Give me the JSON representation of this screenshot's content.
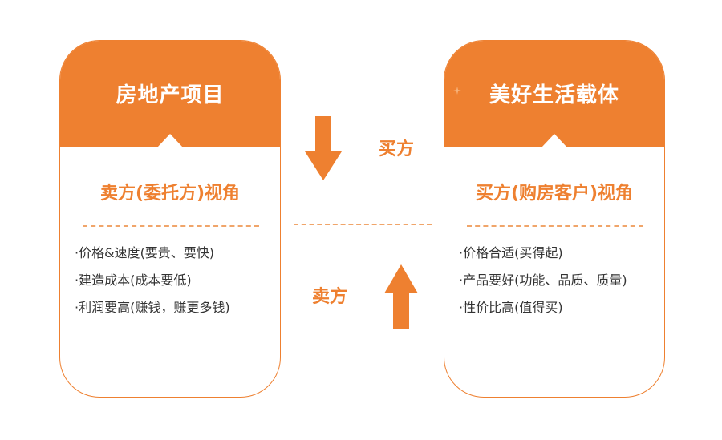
{
  "left_card": {
    "title": "房地产项目",
    "subtitle": "卖方(委托方)视角",
    "bullets": [
      "·价格&速度(要贵、要快)",
      "·建造成本(成本要低)",
      "·利润要高(赚钱，赚更多钱)"
    ]
  },
  "right_card": {
    "title": "美好生活载体",
    "subtitle": "买方(购房客户)视角",
    "bullets": [
      "·价格合适(买得起)",
      "·产品要好(功能、品质、质量)",
      "·性价比高(值得买)"
    ]
  },
  "center": {
    "top_label": "买方",
    "bottom_label": "卖方"
  },
  "colors": {
    "accent": "#ee8030",
    "dash": "#f0a56a",
    "text": "#333333"
  },
  "icons": {
    "down_arrow": "arrow-down-icon",
    "up_arrow": "arrow-up-icon",
    "sparkle": "sparkle-icon"
  }
}
